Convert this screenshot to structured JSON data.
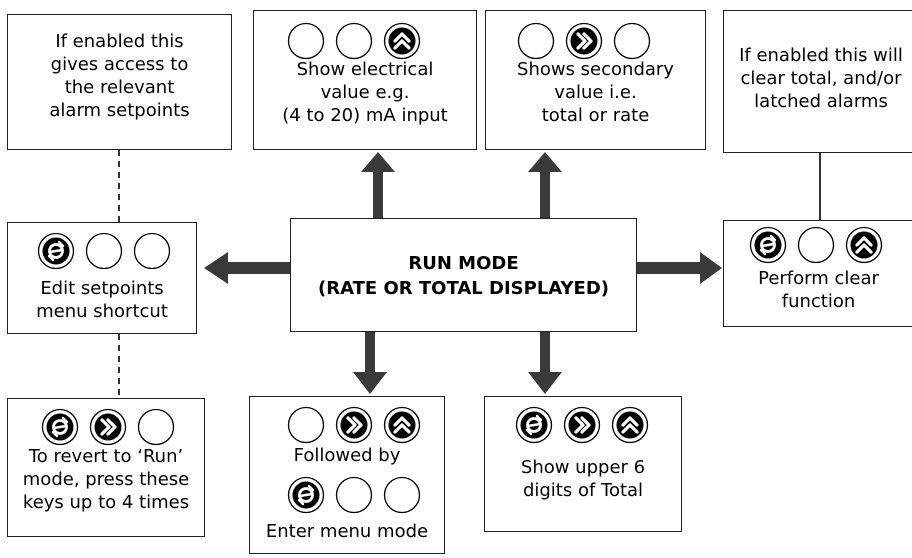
{
  "colors": {
    "arrow": "#3a3a3a",
    "line": "#000000",
    "box_border": "#222222"
  },
  "center": {
    "line1": "RUN MODE",
    "line2": "(RATE OR TOTAL DISPLAYED)"
  },
  "alarm_access": {
    "lines": [
      "If enabled this",
      "gives access to",
      "the relevant",
      "alarm setpoints"
    ]
  },
  "electrical": {
    "keys": [
      "blank",
      "blank",
      "up-icon"
    ],
    "lines": [
      "Show electrical",
      "value e.g.",
      "(4 to 20) mA input"
    ]
  },
  "secondary": {
    "keys": [
      "blank",
      "right-icon",
      "blank"
    ],
    "lines": [
      "Shows secondary",
      "value i.e.",
      "total or rate"
    ]
  },
  "clear_info": {
    "lines": [
      "If enabled this will",
      "clear total, and/or",
      "latched alarms"
    ]
  },
  "edit_setpoints": {
    "keys": [
      "p-icon",
      "blank",
      "blank"
    ],
    "lines": [
      "Edit setpoints",
      "menu shortcut"
    ]
  },
  "clear_function": {
    "keys": [
      "p-icon",
      "blank",
      "up-icon"
    ],
    "lines": [
      "Perform clear",
      "function"
    ]
  },
  "revert": {
    "keys": [
      "p-icon",
      "right-icon",
      "blank"
    ],
    "lines": [
      "To revert to ‘Run’",
      "mode, press these",
      "keys up to 4 times"
    ]
  },
  "menu_mode": {
    "keys_top": [
      "blank",
      "right-icon",
      "up-icon"
    ],
    "line1": "Followed by",
    "keys_bottom": [
      "p-icon",
      "blank",
      "blank"
    ],
    "line2": "Enter menu mode"
  },
  "upper_digits": {
    "keys": [
      "p-icon",
      "right-icon",
      "up-icon"
    ],
    "lines": [
      "Show upper 6",
      "digits of Total"
    ]
  }
}
